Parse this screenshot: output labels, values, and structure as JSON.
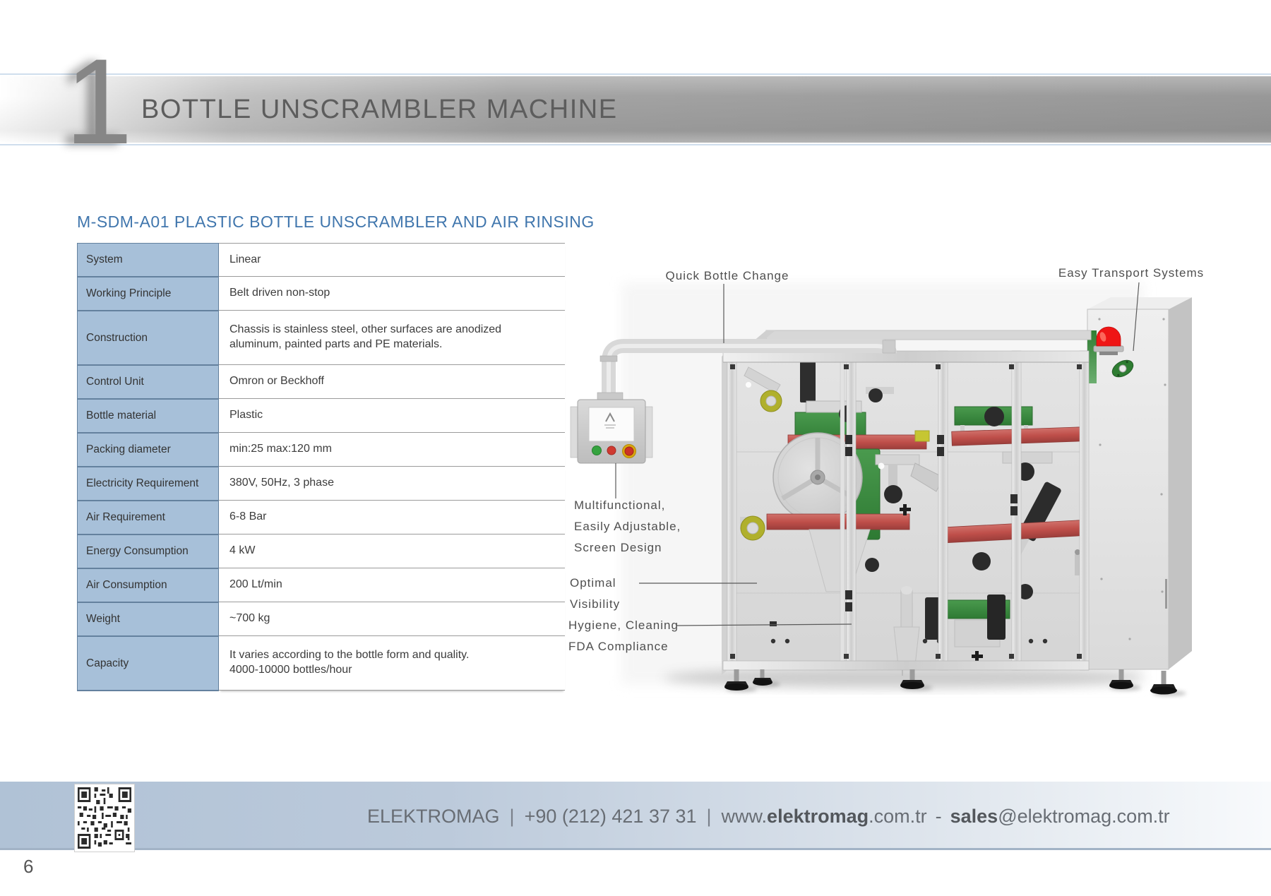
{
  "header": {
    "chapter_number": "1",
    "title": "BOTTLE UNSCRAMBLER MACHINE"
  },
  "section": {
    "title": "M-SDM-A01 PLASTIC BOTTLE UNSCRAMBLER AND AIR RINSING"
  },
  "spec_table": {
    "rows": [
      {
        "label": "System",
        "value": "Linear"
      },
      {
        "label": "Working Principle",
        "value": "Belt driven non-stop"
      },
      {
        "label": "Construction",
        "value": "Chassis is stainless steel, other surfaces are anodized\naluminum, painted parts and PE materials."
      },
      {
        "label": "Control Unit",
        "value": "Omron or Beckhoff"
      },
      {
        "label": "Bottle material",
        "value": "Plastic"
      },
      {
        "label": "Packing diameter",
        "value": "min:25 max:120 mm"
      },
      {
        "label": "Electricity Requirement",
        "value": "380V, 50Hz, 3 phase"
      },
      {
        "label": "Air Requirement",
        "value": "6-8 Bar"
      },
      {
        "label": "Energy Consumption",
        "value": "4 kW"
      },
      {
        "label": "Air Consumption",
        "value": "200 Lt/min"
      },
      {
        "label": "Weight",
        "value": "~700 kg"
      },
      {
        "label": "Capacity",
        "value": "It varies according to the bottle form and quality.\n4000-10000 bottles/hour"
      }
    ]
  },
  "machine": {
    "callouts": {
      "quick_bottle_change": "Quick Bottle Change",
      "easy_transport_systems": "Easy Transport Systems",
      "screen_design": "Multifunctional,\nEasily Adjustable,\nScreen Design",
      "optimal_visibility": "Optimal\nVisibility",
      "hygiene_fda": "Hygiene, Cleaning\nFDA Compliance"
    }
  },
  "footer": {
    "company": "ELEKTROMAG",
    "pipe": "|",
    "phone": "+90 (212) 421 37 31",
    "web_prefix": "www.",
    "web_bold": "elektromag",
    "web_suffix": ".com.tr",
    "dash": "-",
    "email_bold": "sales",
    "email_suffix": "@elektromag.com.tr"
  },
  "page": {
    "number": "6"
  },
  "colors": {
    "accent_blue": "#4076ad",
    "table_label_bg": "#a7c0d9",
    "beam_red": "#bf4f4a",
    "machine_green": "#3d8b40",
    "footer_band_blue": "#b0c2d6",
    "beacon_red": "#ef1515"
  }
}
